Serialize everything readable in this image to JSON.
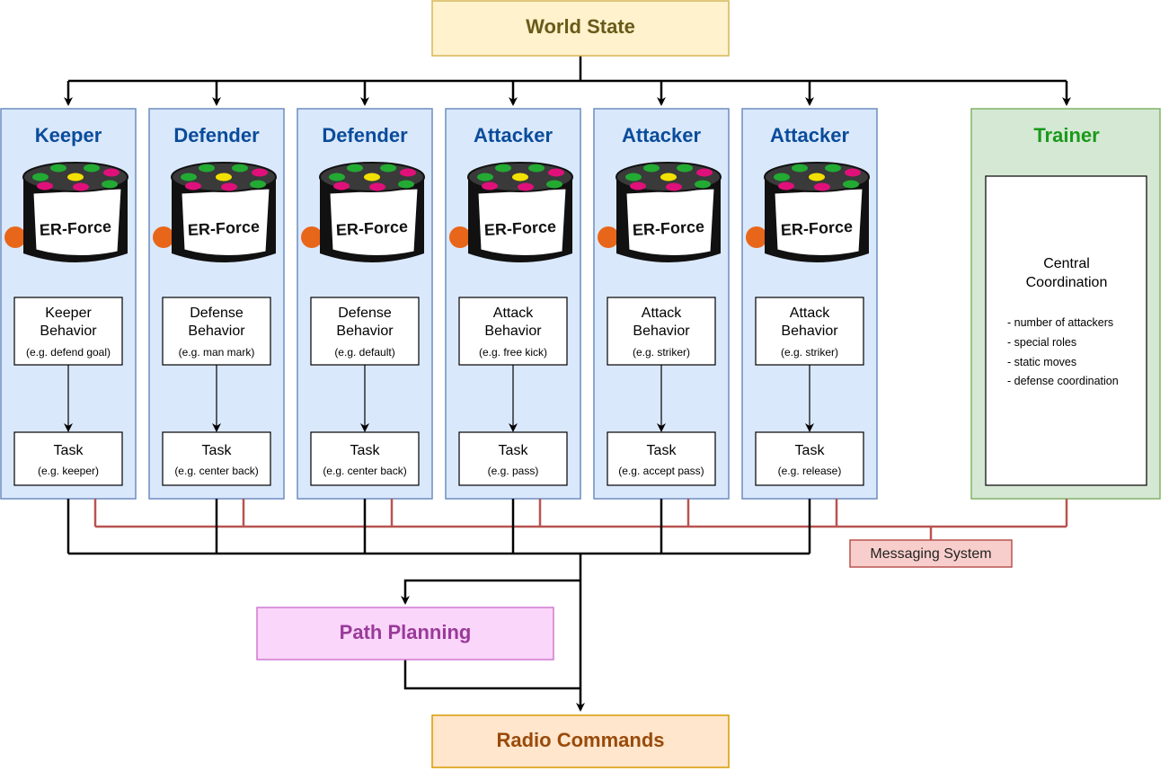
{
  "header": {
    "world_state": "World State"
  },
  "columns": [
    {
      "role": "Keeper",
      "behavior": [
        "Keeper",
        "Behavior"
      ],
      "behavior_example": "(e.g. defend goal)",
      "task": "Task",
      "task_example": "(e.g. keeper)"
    },
    {
      "role": "Defender",
      "behavior": [
        "Defense",
        "Behavior"
      ],
      "behavior_example": "(e.g. man mark)",
      "task": "Task",
      "task_example": "(e.g. center back)"
    },
    {
      "role": "Defender",
      "behavior": [
        "Defense",
        "Behavior"
      ],
      "behavior_example": "(e.g. default)",
      "task": "Task",
      "task_example": "(e.g. center back)"
    },
    {
      "role": "Attacker",
      "behavior": [
        "Attack",
        "Behavior"
      ],
      "behavior_example": "(e.g. free kick)",
      "task": "Task",
      "task_example": "(e.g. pass)"
    },
    {
      "role": "Attacker",
      "behavior": [
        "Attack",
        "Behavior"
      ],
      "behavior_example": "(e.g. striker)",
      "task": "Task",
      "task_example": "(e.g. accept pass)"
    },
    {
      "role": "Attacker",
      "behavior": [
        "Attack",
        "Behavior"
      ],
      "behavior_example": "(e.g. striker)",
      "task": "Task",
      "task_example": "(e.g. release)"
    }
  ],
  "robot": {
    "label": "ER-Force"
  },
  "trainer": {
    "title": "Trainer",
    "coord_title": [
      "Central",
      "Coordination"
    ],
    "items": [
      "- number of attackers",
      "- special roles",
      "- static moves",
      "- defense coordination"
    ]
  },
  "messaging": {
    "label": "Messaging System"
  },
  "path_planning": {
    "label": "Path Planning"
  },
  "radio": {
    "label": "Radio Commands"
  },
  "colors": {
    "role_title": "#0a4c9a",
    "column_fill": "#dae8fc",
    "column_stroke": "#6c8ebf",
    "trainer_title": "#1a9a1a",
    "trainer_fill": "#d5e8d4",
    "trainer_stroke": "#82b366",
    "world_fill": "#fff2cc",
    "world_stroke": "#d6b656",
    "world_text": "#6a5a1a",
    "messaging_fill": "#f8cecc",
    "messaging_stroke": "#b85450",
    "messaging_wire": "#b85450",
    "path_fill": "#fad6fa",
    "path_stroke": "#d07ad0",
    "path_text": "#9a3a9a",
    "radio_fill": "#ffe6cc",
    "radio_stroke": "#d79b00",
    "radio_text": "#9a4a0a",
    "robot_dot_green": "#22aa33",
    "robot_dot_magenta": "#e0107a",
    "robot_dot_yellow": "#f2e000",
    "ball": "#e8661a"
  }
}
